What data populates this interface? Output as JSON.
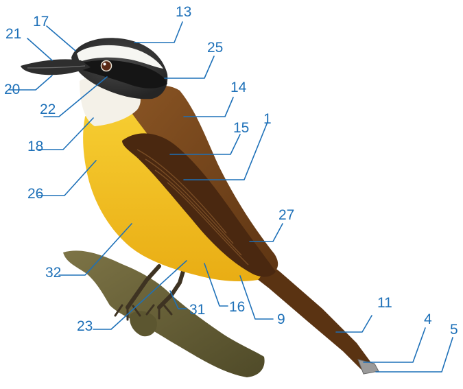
{
  "colors": {
    "label": "#1d70b8",
    "belly": "#f4c320",
    "back": "#7a4a1c",
    "wing": "#4d2a10",
    "throat": "#f5f2ea",
    "mask": "#1c1c1e",
    "crown": "#3a3a3a",
    "branch": "#6f6a3c"
  },
  "labels": [
    "1",
    "4",
    "5",
    "9",
    "11",
    "13",
    "14",
    "15",
    "16",
    "17",
    "18",
    "20",
    "21",
    "22",
    "23",
    "25",
    "26",
    "27",
    "31",
    "32"
  ]
}
